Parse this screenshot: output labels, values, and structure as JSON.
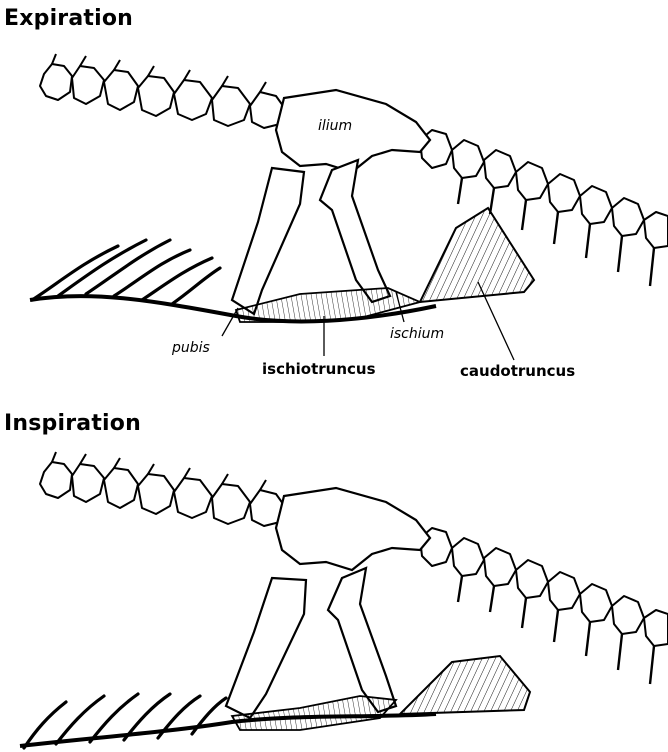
{
  "panels": {
    "expiration": {
      "title": "Expiration",
      "labels": {
        "ilium": "ilium",
        "pubis": "pubis",
        "ischium": "ischium",
        "ischiotruncus": "ischiotruncus",
        "caudotruncus": "caudotruncus"
      }
    },
    "inspiration": {
      "title": "Inspiration"
    }
  }
}
